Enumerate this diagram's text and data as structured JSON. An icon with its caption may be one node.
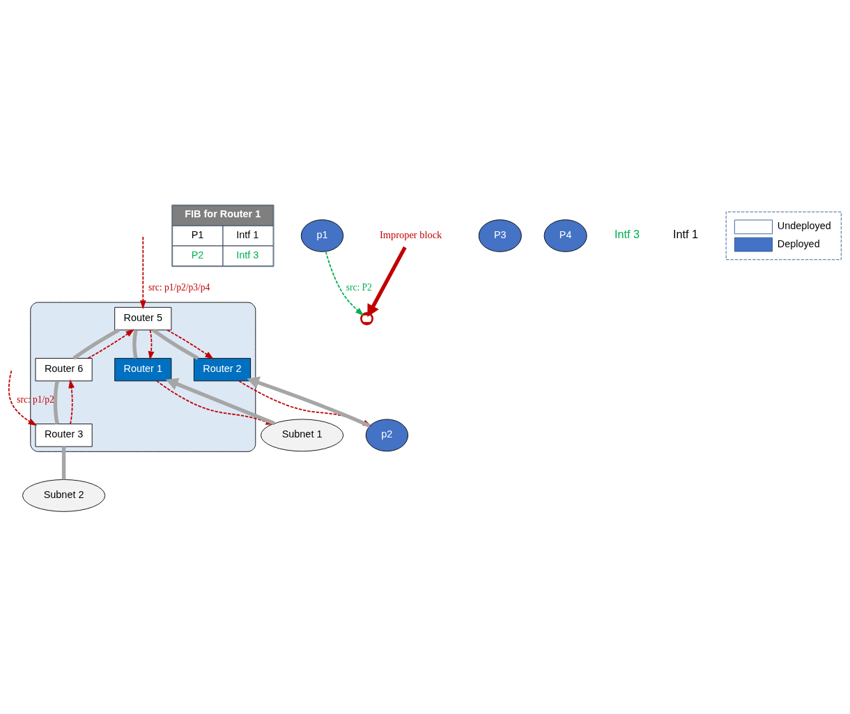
{
  "diagram": {
    "nodes": [
      {
        "text": [],
        "shape": "cloud"
      },
      {
        "text": [
          "Router 5"
        ],
        "in": 0
      },
      {
        "text": [
          "Router 6"
        ],
        "in": 0
      },
      {
        "text": [
          "Router 1"
        ],
        "in": 0
      },
      {
        "text": [
          "Router 2"
        ],
        "in": 0
      },
      {
        "text": [
          "Router 3"
        ],
        "in": 0
      },
      {
        "text": [
          "FIB for Router 1",
          "P1",
          "Intf 1",
          "P2",
          "Intf 3"
        ]
      },
      {
        "text": [
          "Subnet 1"
        ]
      },
      {
        "text": [
          "p1"
        ]
      },
      {
        "text": [
          "p2"
        ]
      },
      {
        "text": [
          "Subnet 2"
        ]
      },
      {
        "text": [
          "P3"
        ]
      },
      {
        "text": [
          "P4"
        ]
      },
      {
        "text": [
          "Improper block"
        ]
      },
      {
        "text": [],
        "shape": "cross"
      }
    ],
    "edges": [
      {
        "from": null,
        "to": 1,
        "arrow": "to",
        "label": "src: p1/p2/p3/p4",
        "style": "dashed"
      },
      {
        "from": 1,
        "to": 2,
        "arrow": "none",
        "style": "thick",
        "color": "#a6a6a6"
      },
      {
        "from": 2,
        "to": 1,
        "arrow": "to",
        "style": "dashed"
      },
      {
        "from": 1,
        "to": 3,
        "arrow": "none",
        "style": "thick",
        "color": "#a6a6a6"
      },
      {
        "from": 1,
        "to": 3,
        "arrow": "to",
        "style": "dashed"
      },
      {
        "from": 1,
        "to": 4,
        "arrow": "none",
        "style": "thick",
        "color": "#a6a6a6"
      },
      {
        "from": 1,
        "to": 4,
        "arrow": "to",
        "style": "dashed"
      },
      {
        "from": 2,
        "to": 5,
        "arrow": "none",
        "style": "thick",
        "color": "#a6a6a6"
      },
      {
        "from": 5,
        "to": 2,
        "arrow": "to",
        "style": "dashed"
      },
      {
        "from": 5,
        "to": 10,
        "arrow": "none",
        "style": "thick",
        "color": "#a6a6a6"
      },
      {
        "from": null,
        "to": 5,
        "arrow": "to",
        "label": "src: p1/p2",
        "style": "dashed"
      },
      {
        "from": 7,
        "to": 3,
        "arrow": "to",
        "style": "thick",
        "color": "#a6a6a6"
      },
      {
        "from": 3,
        "to": 7,
        "arrow": "to",
        "style": "dashed"
      },
      {
        "from": 9,
        "to": 4,
        "arrow": "to",
        "style": "thick",
        "color": "#a6a6a6"
      },
      {
        "from": 4,
        "to": 9,
        "arrow": "to",
        "style": "dashed"
      },
      {
        "from": 8,
        "to": 14,
        "arrow": "to",
        "label": "src: P2",
        "style": "dashed",
        "color": "#00b050"
      },
      {
        "from": 13,
        "to": 14,
        "arrow": "to",
        "style": "thick"
      }
    ],
    "labels": [
      "Intf 3",
      "Intf 1"
    ],
    "legend": [
      {
        "text": "Undeployed",
        "color": "#ffffff"
      },
      {
        "text": "Deployed",
        "color": "#4472c4"
      }
    ]
  }
}
